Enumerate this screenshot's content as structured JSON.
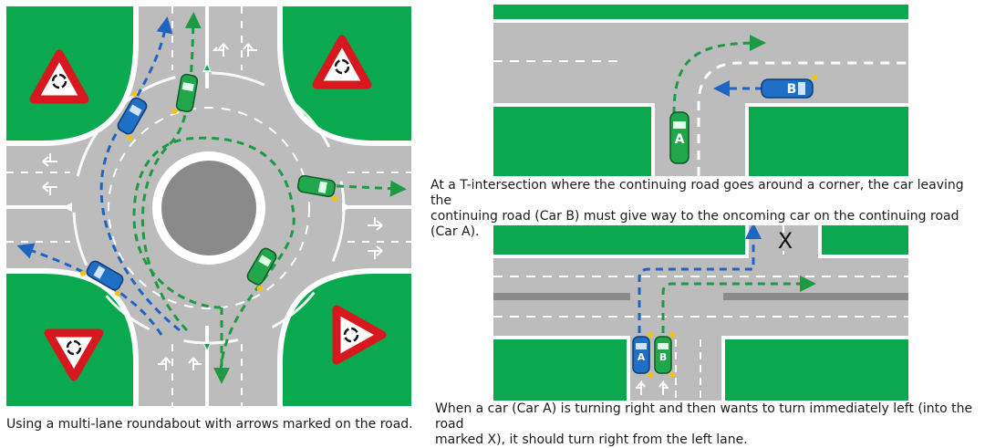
{
  "roundabout": {
    "caption": "Using a multi-lane roundabout with arrows marked on the road."
  },
  "t_intersection": {
    "caption_line1": "At a T-intersection where the continuing road goes around a corner, the car leaving the",
    "caption_line2": "continuing road (Car B) must give way to the oncoming car on the continuing road (Car A).",
    "car_a_label": "A",
    "car_b_label": "B"
  },
  "right_then_left": {
    "caption_line1": "When a car (Car A) is turning right and then wants to turn immediately left (into the road",
    "caption_line2": "marked X), it should turn right from the left lane.",
    "road_marker": "X",
    "car_a_label": "A",
    "car_b_label": "B"
  },
  "colors": {
    "grass": "#0aa84f",
    "road": "#bcbcbc",
    "blue_car": "#1f6fc6",
    "green_car": "#21a64c",
    "path_blue": "#1f64c0",
    "path_green": "#1e9a45",
    "sign_red": "#d7191f"
  },
  "icons": [
    "give-way-roundabout-sign",
    "lane-arrow",
    "car-indicator"
  ]
}
